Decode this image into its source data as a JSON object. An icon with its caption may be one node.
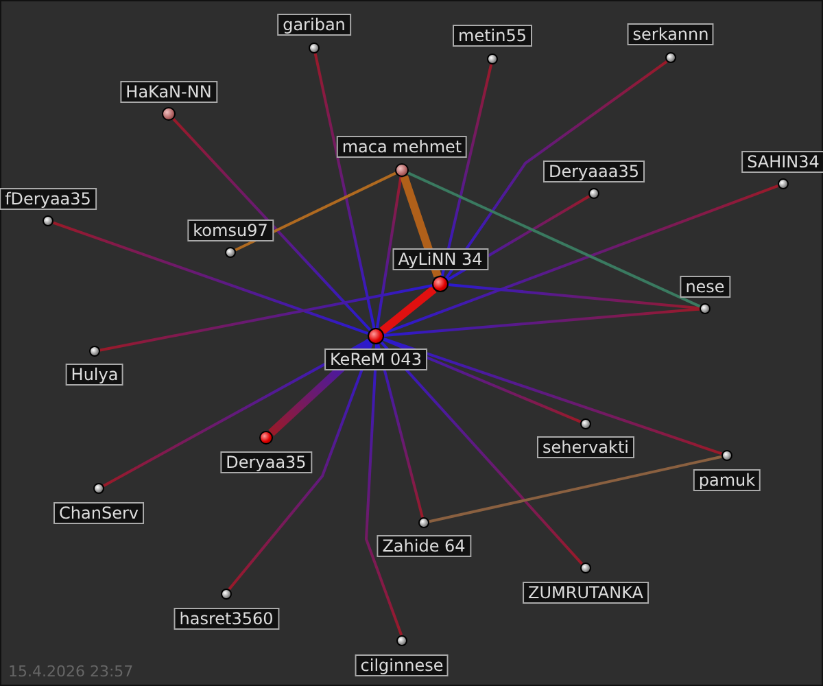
{
  "diagram": {
    "nodes": [
      {
        "text": [
          "KeReM 043"
        ]
      },
      {
        "text": [
          "AyLiNN 34"
        ]
      },
      {
        "text": [
          "maca mehmet"
        ]
      },
      {
        "text": [
          "gariban"
        ]
      },
      {
        "text": [
          "metin55"
        ]
      },
      {
        "text": [
          "serkannn"
        ]
      },
      {
        "text": [
          "HaKaN-NN"
        ]
      },
      {
        "text": [
          "SAHIN34"
        ]
      },
      {
        "text": [
          "fDeryaa35"
        ]
      },
      {
        "text": [
          "komsu97"
        ]
      },
      {
        "text": [
          "Deryaaa35"
        ]
      },
      {
        "text": [
          "nese"
        ]
      },
      {
        "text": [
          "Hulya"
        ]
      },
      {
        "text": [
          "sehervakti"
        ]
      },
      {
        "text": [
          "pamuk"
        ]
      },
      {
        "text": [
          "Deryaa35"
        ]
      },
      {
        "text": [
          "ChanServ"
        ]
      },
      {
        "text": [
          "Zahide 64"
        ]
      },
      {
        "text": [
          "ZUMRUTANKA"
        ]
      },
      {
        "text": [
          "hasret3560"
        ]
      },
      {
        "text": [
          "cilginnese"
        ]
      }
    ],
    "edges": [
      {
        "from": 0,
        "to": 3,
        "arrow": "none"
      },
      {
        "from": 0,
        "to": 6,
        "arrow": "none"
      },
      {
        "from": 0,
        "to": 8,
        "arrow": "none"
      },
      {
        "from": 0,
        "to": 16,
        "arrow": "none"
      },
      {
        "from": 0,
        "to": 15,
        "arrow": "none",
        "style": "thick"
      },
      {
        "from": 0,
        "to": 19,
        "arrow": "none"
      },
      {
        "from": 0,
        "to": 20,
        "arrow": "none"
      },
      {
        "from": 0,
        "to": 17,
        "arrow": "none"
      },
      {
        "from": 0,
        "to": 18,
        "arrow": "none"
      },
      {
        "from": 0,
        "to": 14,
        "arrow": "none"
      },
      {
        "from": 0,
        "to": 13,
        "arrow": "none"
      },
      {
        "from": 0,
        "to": 11,
        "arrow": "none"
      },
      {
        "from": 0,
        "to": 7,
        "arrow": "none"
      },
      {
        "from": 1,
        "to": 4,
        "arrow": "none"
      },
      {
        "from": 1,
        "to": 5,
        "arrow": "none"
      },
      {
        "from": 0,
        "to": 1,
        "arrow": "none",
        "style": "thick",
        "color": "#e01010"
      },
      {
        "from": 0,
        "to": 2,
        "arrow": "none"
      },
      {
        "from": 1,
        "to": 10,
        "arrow": "none"
      },
      {
        "from": 1,
        "to": 12,
        "arrow": "none"
      },
      {
        "from": 1,
        "to": 11,
        "arrow": "none"
      },
      {
        "from": 1,
        "to": 2,
        "arrow": "none",
        "style": "thick",
        "color": "#b0601a"
      },
      {
        "from": 2,
        "to": 9,
        "arrow": "none",
        "color": "#b06a20"
      },
      {
        "from": 2,
        "to": 11,
        "arrow": "none",
        "color": "#3a7a60"
      },
      {
        "from": 17,
        "to": 14,
        "arrow": "none",
        "color": "#8a6040"
      }
    ],
    "labels": [
      "15.4.2026 23:57"
    ]
  }
}
